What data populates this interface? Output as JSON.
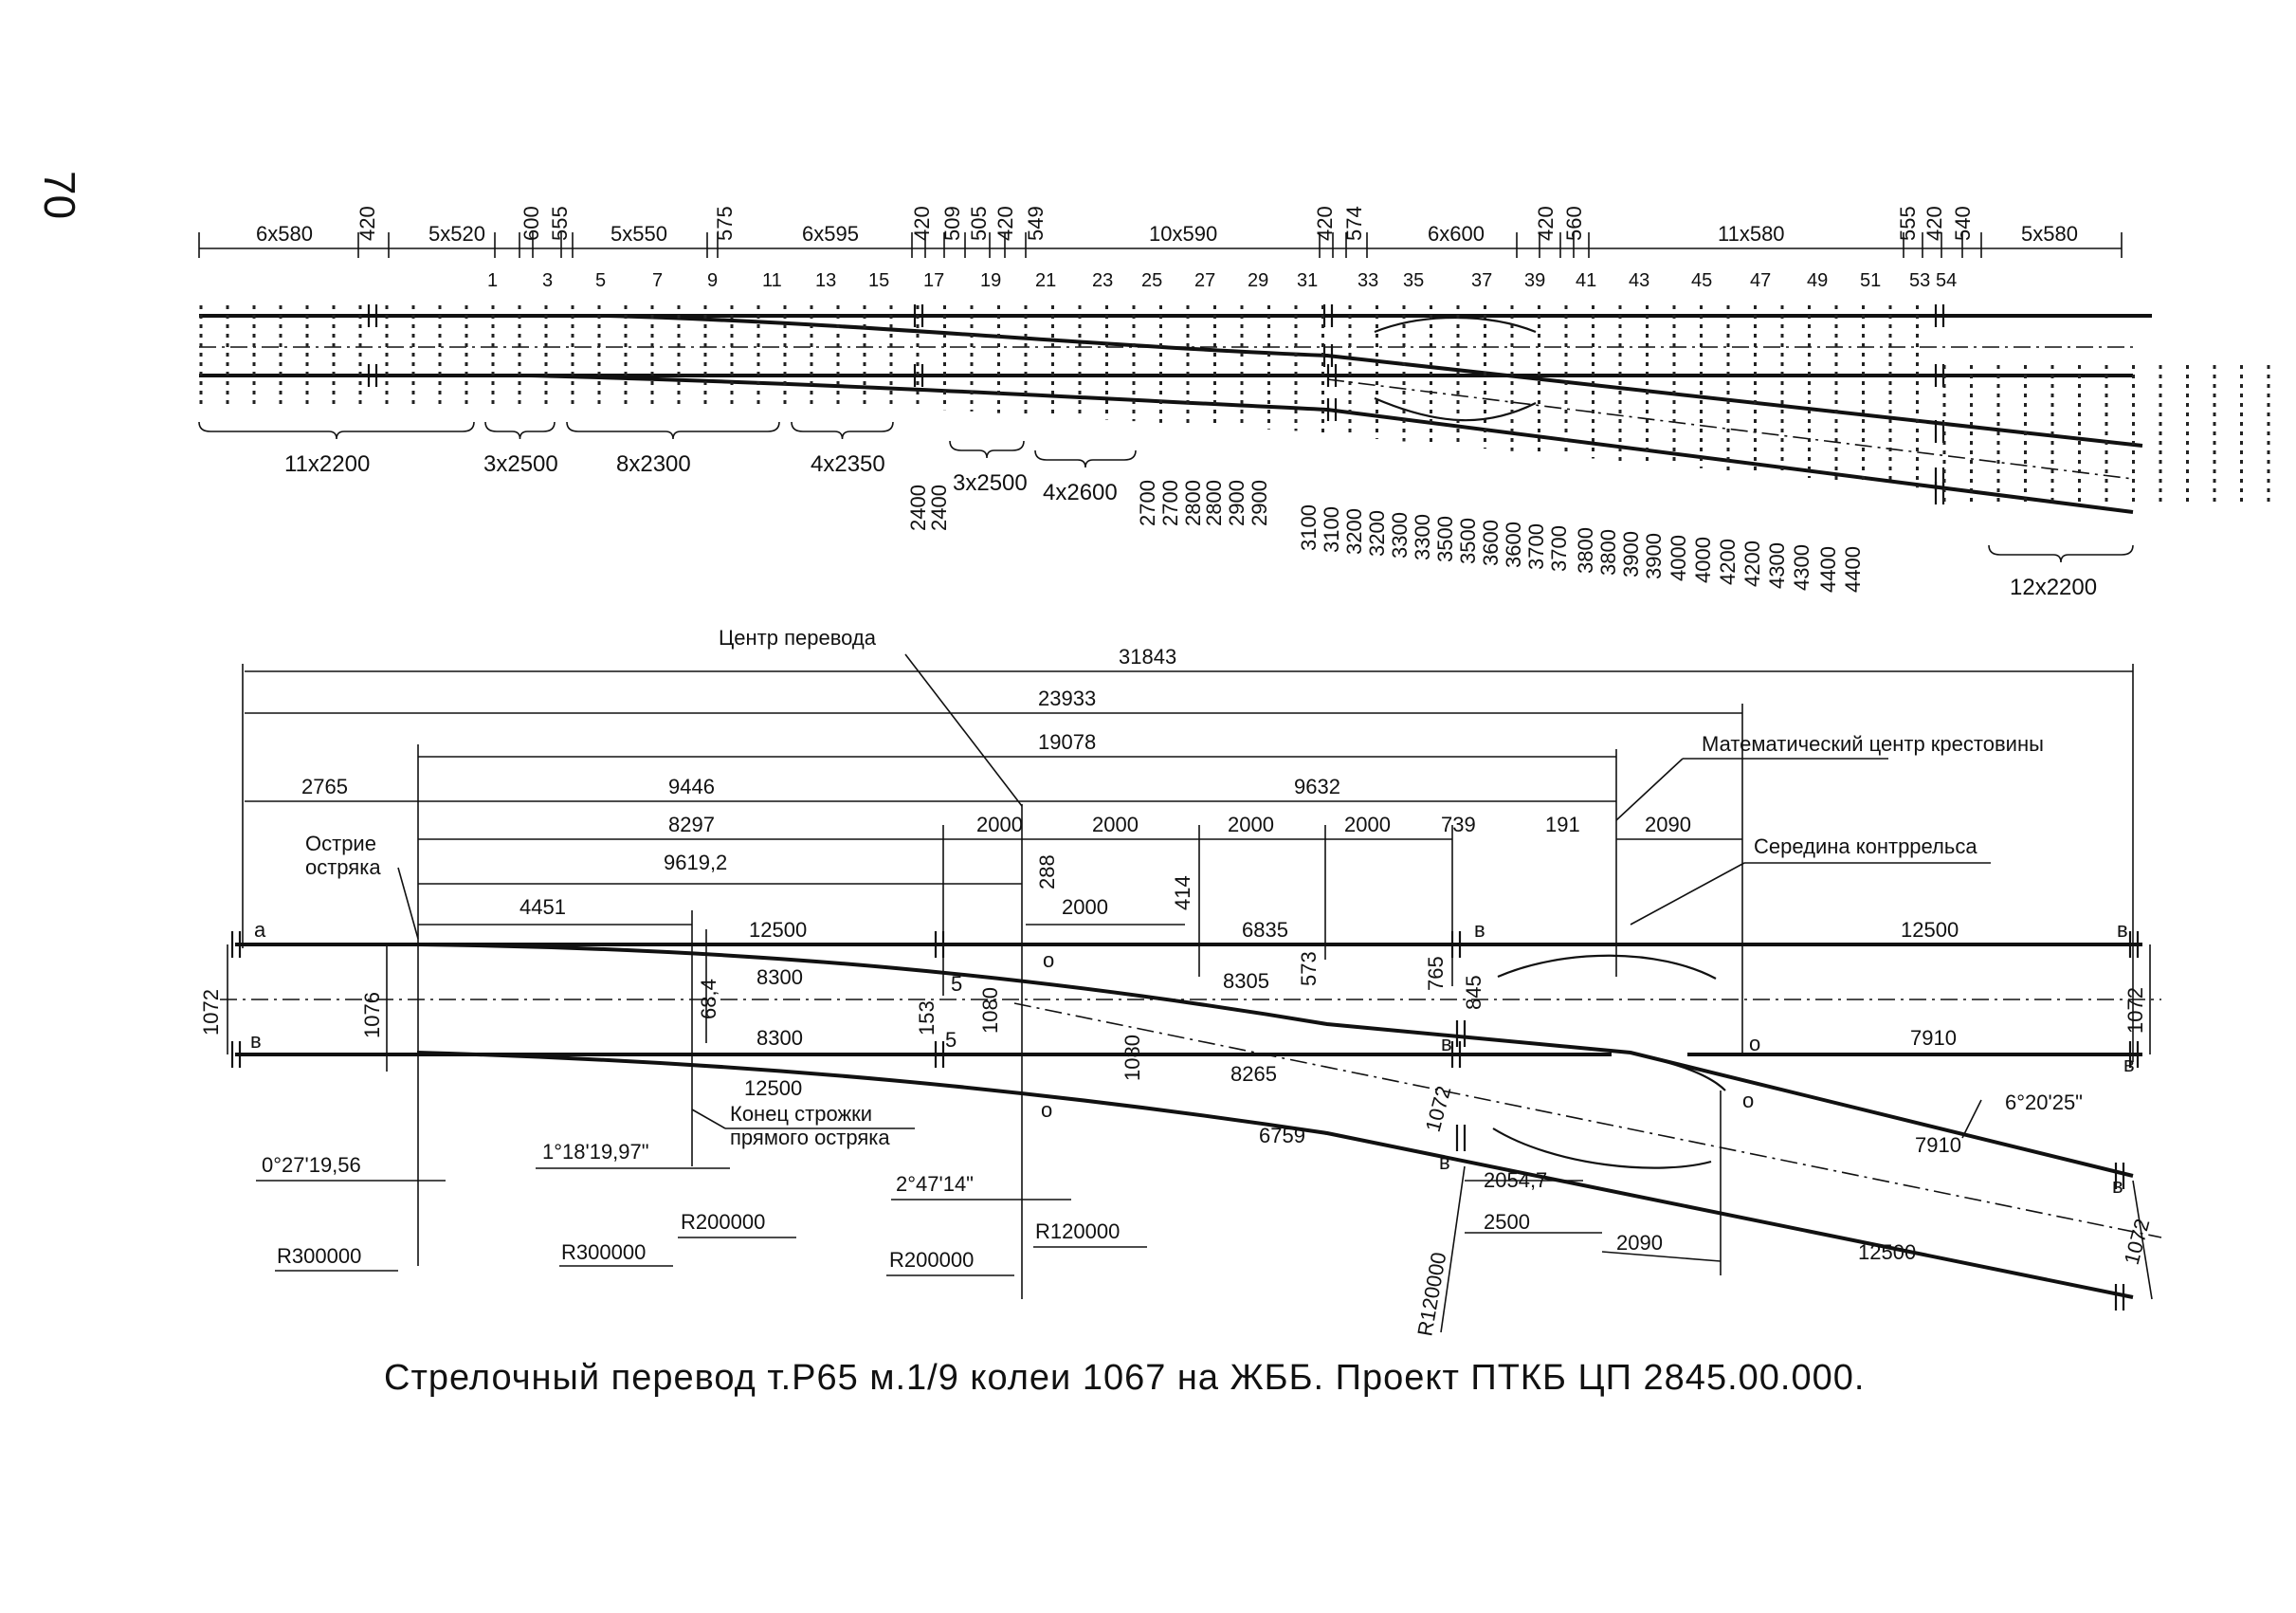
{
  "page_number": "70",
  "caption": "Стрелочный перевод т.Р65 м.1/9 колеи 1067 на ЖББ. Проект ПТКБ ЦП 2845.00.000.",
  "top_spacing": [
    "6x580",
    "420",
    "5x520",
    "600",
    "555",
    "5x550",
    "575",
    "6x595",
    "420",
    "509",
    "505",
    "420",
    "549",
    "10x590",
    "420",
    "574",
    "6x600",
    "420",
    "560",
    "11x580",
    "555",
    "420",
    "540",
    "5x580"
  ],
  "tie_numbers": [
    "1",
    "3",
    "5",
    "7",
    "9",
    "11",
    "13",
    "15",
    "17",
    "19",
    "21",
    "23",
    "25",
    "27",
    "29",
    "31",
    "33",
    "35",
    "37",
    "39",
    "41",
    "43",
    "45",
    "47",
    "49",
    "51",
    "53",
    "54"
  ],
  "tie_groups": [
    "11x2200",
    "3x2500",
    "8x2300",
    "4x2350",
    "3x2500",
    "4x2600",
    "12x2200"
  ],
  "tie_lengths": [
    "2400",
    "2400",
    "2700",
    "2700",
    "2800",
    "2800",
    "2900",
    "2900",
    "3100",
    "3100",
    "3200",
    "3200",
    "3300",
    "3300",
    "3500",
    "3500",
    "3600",
    "3600",
    "3700",
    "3700",
    "3800",
    "3800",
    "3900",
    "3900",
    "4000",
    "4000",
    "4200",
    "4200",
    "4300",
    "4300",
    "4400",
    "4400"
  ],
  "labels": {
    "center": "Центр перевода",
    "math_center": "Математический центр крестовины",
    "guard_mid": "Середина контррельса",
    "point_line1": "Острие",
    "point_line2": "остряка",
    "planing_line1": "Конец строжки",
    "planing_line2": "прямого остряка"
  },
  "dimensions": {
    "d31843": "31843",
    "d23933": "23933",
    "d19078": "19078",
    "d2765": "2765",
    "d9446": "9446",
    "d9632": "9632",
    "d8297": "8297",
    "d2000a": "2000",
    "d2000b": "2000",
    "d2000c": "2000",
    "d2000d": "2000",
    "d2000e": "2000",
    "d739": "739",
    "d191": "191",
    "d2090a": "2090",
    "d9619": "9619,2",
    "d4451": "4451",
    "d288": "288",
    "d414": "414",
    "d12500a": "12500",
    "d12500b": "12500",
    "d12500c": "12500",
    "d12500d": "12500",
    "d8300a": "8300",
    "d8300b": "8300",
    "d6835": "6835",
    "d8305": "8305",
    "d8265": "8265",
    "d6759": "6759",
    "d7910a": "7910",
    "d7910b": "7910",
    "d1072a": "1072",
    "d1072b": "1072",
    "d1072c": "1072",
    "d1072d": "1072",
    "d1076": "1076",
    "d684": "68,4",
    "d153": "153",
    "d1080a": "1080",
    "d1080b": "1080",
    "d573": "573",
    "d765": "765",
    "d845": "845",
    "d20547": "2054,7",
    "d2500": "2500",
    "d2090b": "2090",
    "a1": "0°27'19,56",
    "a2": "1°18'19,97\"",
    "a3": "2°47'14\"",
    "a4": "6°20'25\"",
    "r1": "R300000",
    "r2": "R300000",
    "r3": "R200000",
    "r4": "R200000",
    "r5": "R120000",
    "r6": "R120000",
    "joint_a": "a",
    "joint_b": "в",
    "joint_c": "в",
    "joint_d": "в",
    "joint_e": "в",
    "joint_f": "в",
    "joint_g": "в",
    "joint_h": "в",
    "z1": "o",
    "z2": "o",
    "z3": "o",
    "z4": "o",
    "f1": "5",
    "f2": "5"
  }
}
